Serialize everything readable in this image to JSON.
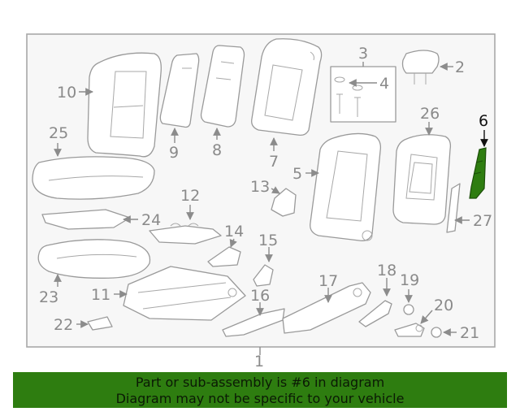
{
  "diagram": {
    "assembly_callout": "1",
    "highlighted_part": "6",
    "highlight_color": "#2e7d10",
    "callouts": {
      "c2": "2",
      "c3": "3",
      "c4": "4",
      "c5": "5",
      "c6": "6",
      "c7": "7",
      "c8": "8",
      "c9": "9",
      "c10": "10",
      "c11": "11",
      "c12": "12",
      "c13": "13",
      "c14": "14",
      "c15": "15",
      "c16": "16",
      "c17": "17",
      "c18": "18",
      "c19": "19",
      "c20": "20",
      "c21": "21",
      "c22": "22",
      "c23": "23",
      "c24": "24",
      "c25": "25",
      "c26": "26",
      "c27": "27"
    }
  },
  "banner": {
    "line1": "Part or sub-assembly is #6 in diagram",
    "line2": "Diagram may not be specific to your vehicle",
    "background": "#2e7d10"
  }
}
